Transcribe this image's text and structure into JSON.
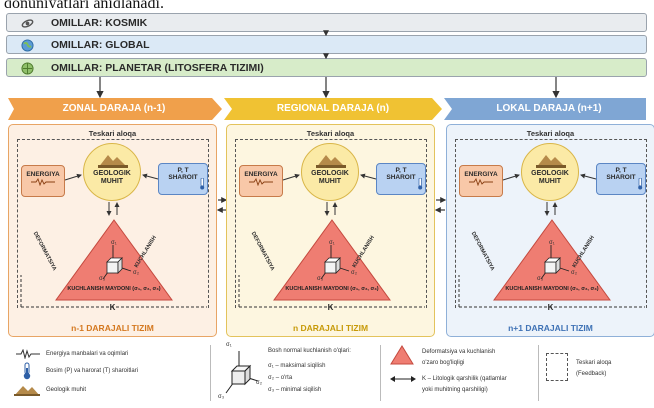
{
  "top_text": "qonuniyatlari aniqlanadi.",
  "bands": [
    {
      "label": "OMILLAR: KOSMIK",
      "icon": "galaxy-icon",
      "color": "#e9ecef"
    },
    {
      "label": "OMILLAR: GLOBAL",
      "icon": "globe-icon",
      "color": "#dbe9f6"
    },
    {
      "label": "OMILLAR: PLANETAR (LITOSFERA TIZIMI)",
      "icon": "planet-icon",
      "color": "#d7ecc9"
    }
  ],
  "levels": [
    {
      "header": "ZONAL DARAJA (n-1)",
      "title": "n-1 DARAJALI TIZIM",
      "header_color": "#f0a04b",
      "panel_bg": "#fdf0e4",
      "border": "#e8a565",
      "title_color": "#d4781f"
    },
    {
      "header": "REGIONAL DARAJA (n)",
      "title": "n DARAJALI TIZIM",
      "header_color": "#f0c233",
      "panel_bg": "#fdf6e0",
      "border": "#e3c35c",
      "title_color": "#c79a08"
    },
    {
      "header": "LOKAL DARAJA (n+1)",
      "title": "n+1 DARAJALI TIZIM",
      "header_color": "#7fa6d4",
      "panel_bg": "#edf3fa",
      "border": "#8fb0d8",
      "title_color": "#3f72b5"
    }
  ],
  "node": {
    "feedback": "Teskari aloqa",
    "energy": "ENERGIYA",
    "geo_line1": "GEOLOGIK",
    "geo_line2": "MUHIT",
    "pt_line1": "P, T",
    "pt_line2": "SHAROIT",
    "deformation": "DEFORMATSIYA",
    "stress": "KUCHLANISH",
    "field": "KUCHLANISH MAYDONI (σ₁, σ₂, σ₃)",
    "sigma1": "σ₁",
    "sigma2": "σ₂",
    "sigma3": "σ₃",
    "k": "K"
  },
  "legend": {
    "energy": "Energiya manbalari va oqimlari",
    "pt": "Bosim (P) va harorat (T) sharoitlari",
    "geo": "Geologik muhit",
    "stress_title": "Bosh normal kuchlanish o'qlari:",
    "s1": "σ₁ – maksimal siqilish",
    "s2": "σ₂ – o'rta",
    "s3": "σ₃ – minimal siqilish",
    "sig1": "σ₁",
    "sig2": "σ₂",
    "sig3": "σ₃",
    "tri_l1": "Deformatsiya va kuchlanish",
    "tri_l2": "o'zaro bog'liqligi",
    "k_l1": "K – Litologik qarshilik (qatlamlar",
    "k_l2": "yoki muhitning qarshiligi)",
    "fb_l1": "Teskari aloqa",
    "fb_l2": "(Feedback)"
  }
}
